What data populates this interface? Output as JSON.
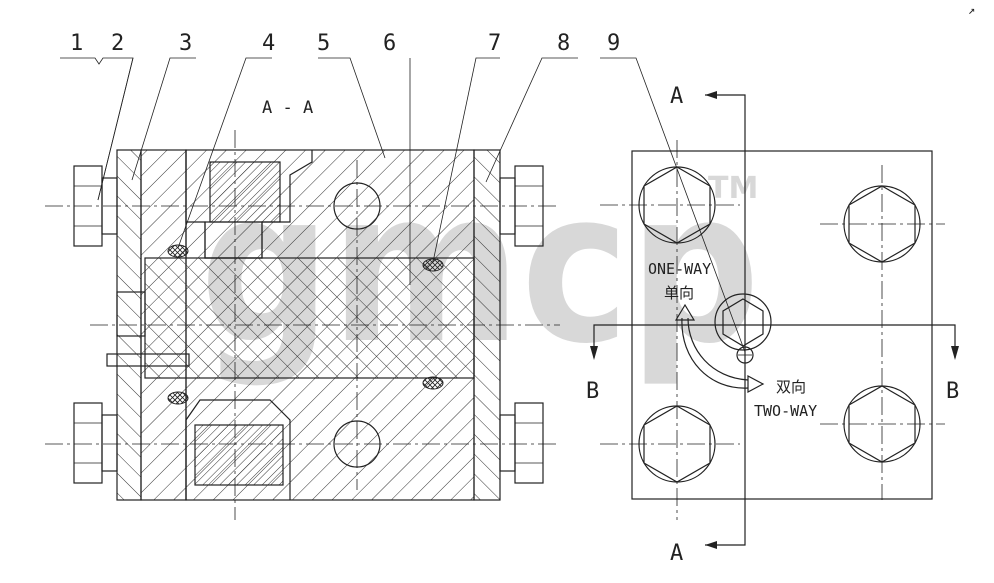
{
  "part_numbers": [
    "1",
    "2",
    "3",
    "4",
    "5",
    "6",
    "7",
    "8",
    "9"
  ],
  "section_label": "A - A",
  "section_marks": {
    "a_top": "A",
    "a_bottom": "A",
    "b_left": "B",
    "b_right": "B"
  },
  "annotations": {
    "one_way_en": "ONE-WAY",
    "one_way_cn": "单向",
    "two_way_cn": "双向",
    "two_way_en": "TWO-WAY"
  },
  "watermark": {
    "text": "gmcp",
    "trademark": "TM"
  },
  "corner_mark": "↗"
}
